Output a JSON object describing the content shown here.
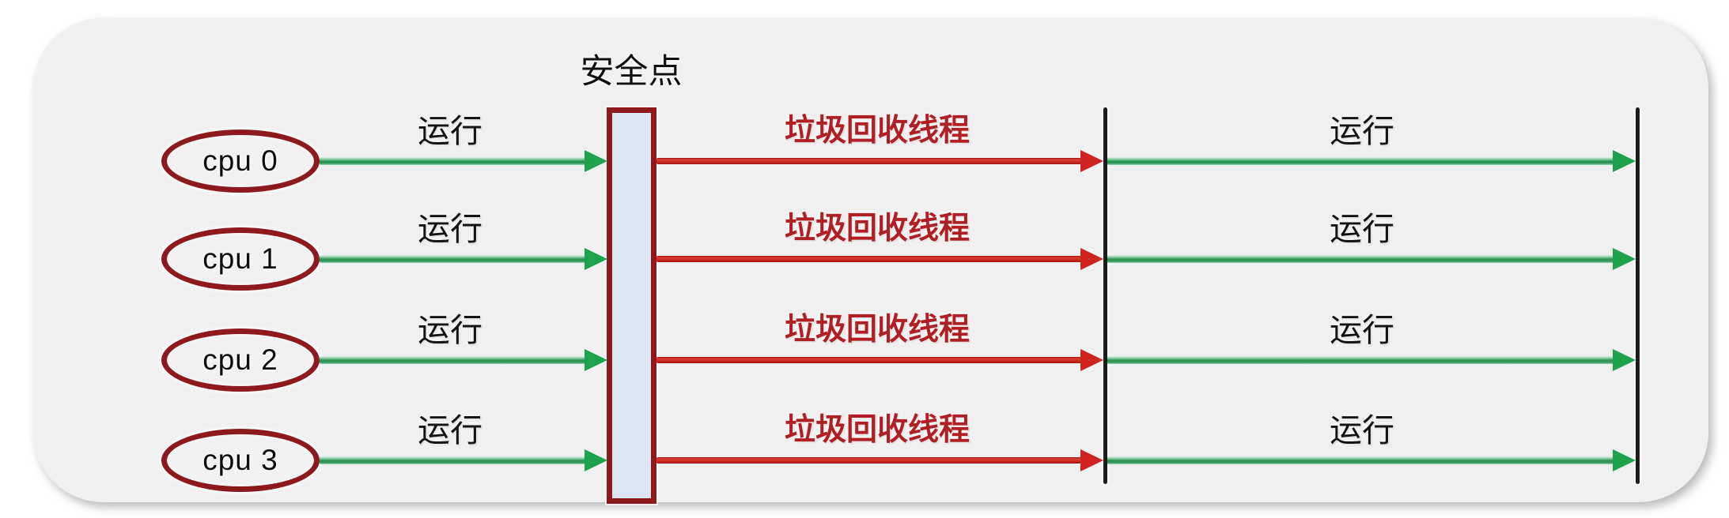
{
  "diagram": {
    "safepoint_label": "安全点",
    "rows": [
      {
        "cpu_label": "cpu 0",
        "run_label": "运行",
        "gc_label": "垃圾回收线程",
        "run_after_label": "运行"
      },
      {
        "cpu_label": "cpu 1",
        "run_label": "运行",
        "gc_label": "垃圾回收线程",
        "run_after_label": "运行"
      },
      {
        "cpu_label": "cpu 2",
        "run_label": "运行",
        "gc_label": "垃圾回收线程",
        "run_after_label": "运行"
      },
      {
        "cpu_label": "cpu 3",
        "run_label": "运行",
        "gc_label": "垃圾回收线程",
        "run_after_label": "运行"
      }
    ],
    "colors": {
      "card_background": "#f0f0f0",
      "dark_red_border": "#8e191d",
      "red_arrow": "#c82420",
      "red_text": "#b01f24",
      "green_arrow": "#2f9356",
      "safepoint_bar_fill": "#dce5f4",
      "timeline_black": "#1c1c1c"
    }
  }
}
